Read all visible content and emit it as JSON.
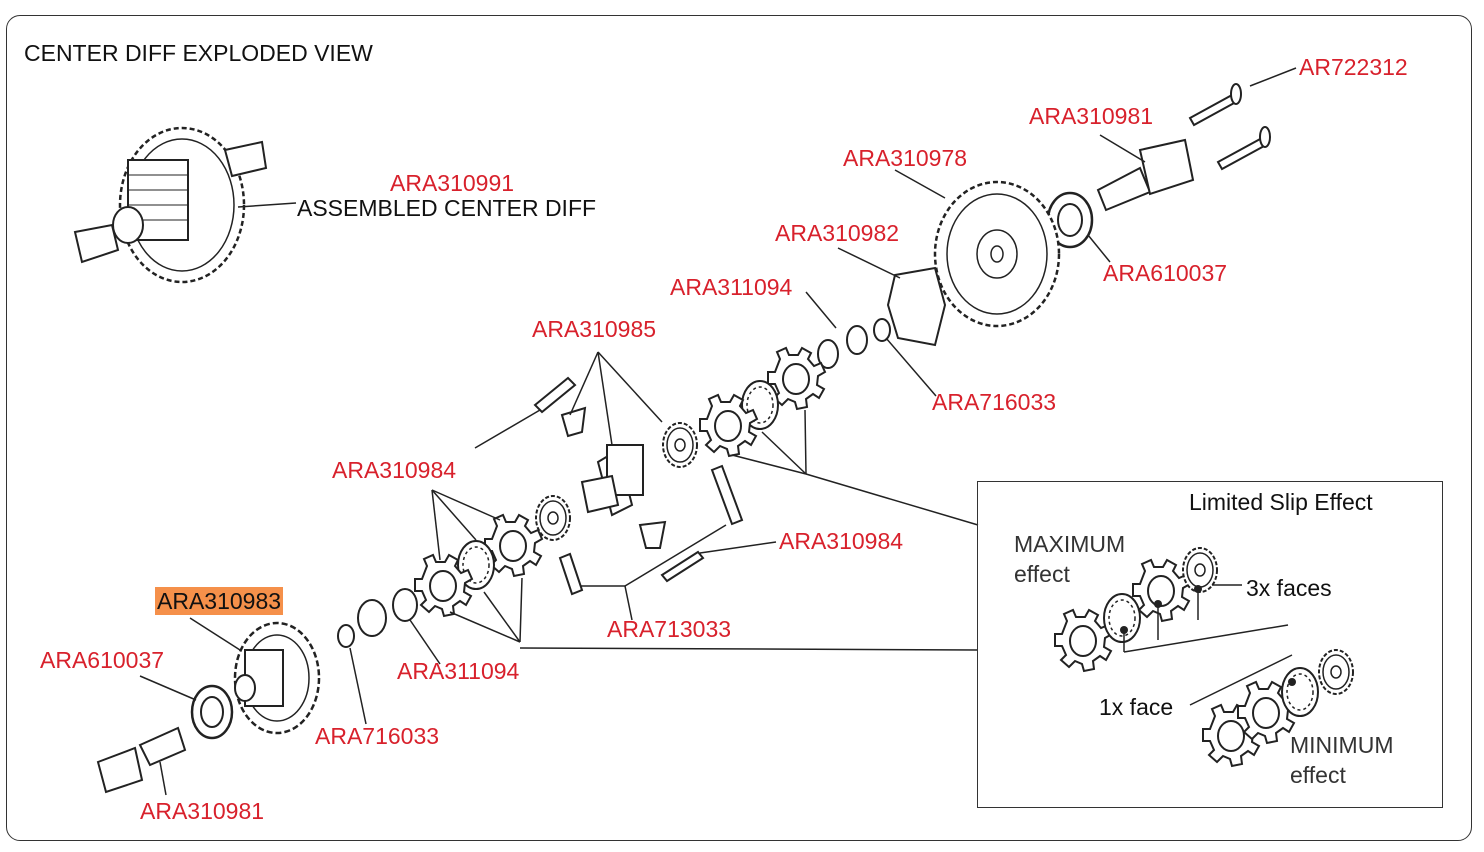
{
  "title": "CENTER DIFF EXPLODED VIEW",
  "assembled": {
    "part": "ARA310991",
    "label": "ASSEMBLED CENTER DIFF"
  },
  "parts": {
    "ar722312": "AR722312",
    "ara310981_top": "ARA310981",
    "ara310978": "ARA310978",
    "ara310982": "ARA310982",
    "ara610037_top": "ARA610037",
    "ara311094_top": "ARA311094",
    "ara310985": "ARA310985",
    "ara716033_top": "ARA716033",
    "ara310984_left": "ARA310984",
    "ara310984_right": "ARA310984",
    "ara713033": "ARA713033",
    "ara310983": "ARA310983",
    "ara610037_bottom": "ARA610037",
    "ara311094_bottom": "ARA311094",
    "ara716033_bottom": "ARA716033",
    "ara310981_bottom": "ARA310981"
  },
  "limited_slip": {
    "title": "Limited Slip Effect",
    "max_line1": "MAXIMUM",
    "max_line2": "effect",
    "three_faces": "3x faces",
    "one_face": "1x face",
    "min_line1": "MINIMUM",
    "min_line2": "effect"
  },
  "colors": {
    "part_number": "#d8212c",
    "highlight": "#f5904a",
    "line": "#222222"
  }
}
